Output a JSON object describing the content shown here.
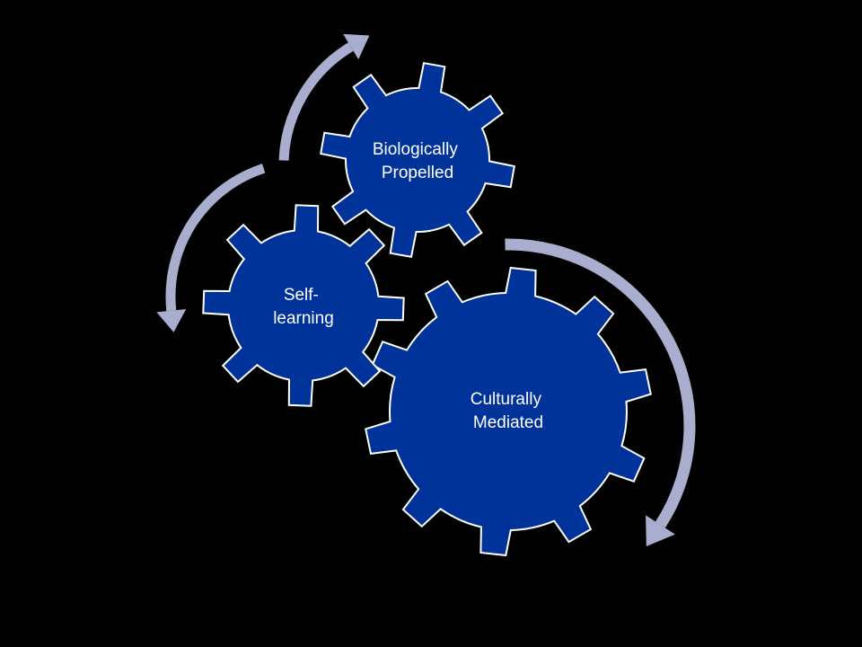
{
  "colors": {
    "background": "#000000",
    "gear_fill": "#003399",
    "gear_stroke": "#ffffff",
    "arrow_color": "#a9aecf",
    "text_color": "#ffffff"
  },
  "gears": {
    "large": {
      "line1": "Culturally",
      "line2": "Mediated"
    },
    "small": {
      "line1": "Self-",
      "line2": "learning"
    },
    "top": {
      "line1": "Biologically",
      "line2": "Propelled"
    }
  }
}
